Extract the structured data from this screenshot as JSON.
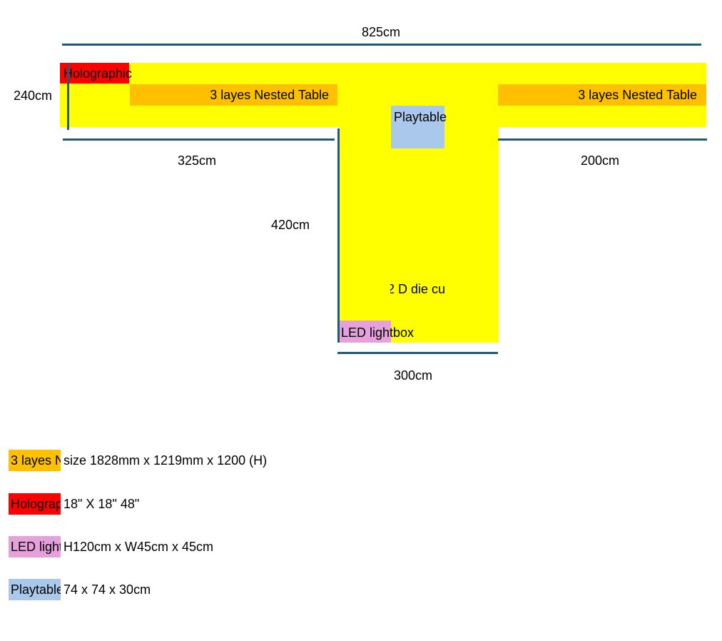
{
  "colors": {
    "floor": "#FFFF00",
    "nested_table": "#FFC000",
    "holographic": "#FF0000",
    "led_lightbox": "#E6A0DC",
    "playtable": "#A9C8EB",
    "dimension_line": "#1F5A7A"
  },
  "dimensions": {
    "top_width": "825cm",
    "left_height": "240cm",
    "left_width": "325cm",
    "right_width": "200cm",
    "stem_height": "420cm",
    "stem_width": "300cm"
  },
  "floorplan": {
    "holographic": "Holographic",
    "nested_table_left": "3 layes Nested Table",
    "nested_table_right": "3 layes Nested Table",
    "playtable": "Playtable",
    "die_cut": "2 D die cu",
    "led_lightbox": "LED lightbox"
  },
  "legend": [
    {
      "swatch_text": "3 layes N",
      "spec": "size 1828mm x 1219mm x 1200 (H)"
    },
    {
      "swatch_text": "Holographic",
      "spec": "18\" X 18\" 48\""
    },
    {
      "swatch_text": "LED lightbox",
      "spec": "H120cm x W45cm x 45cm"
    },
    {
      "swatch_text": "Playtable",
      "spec": "74 x 74 x 30cm"
    }
  ]
}
